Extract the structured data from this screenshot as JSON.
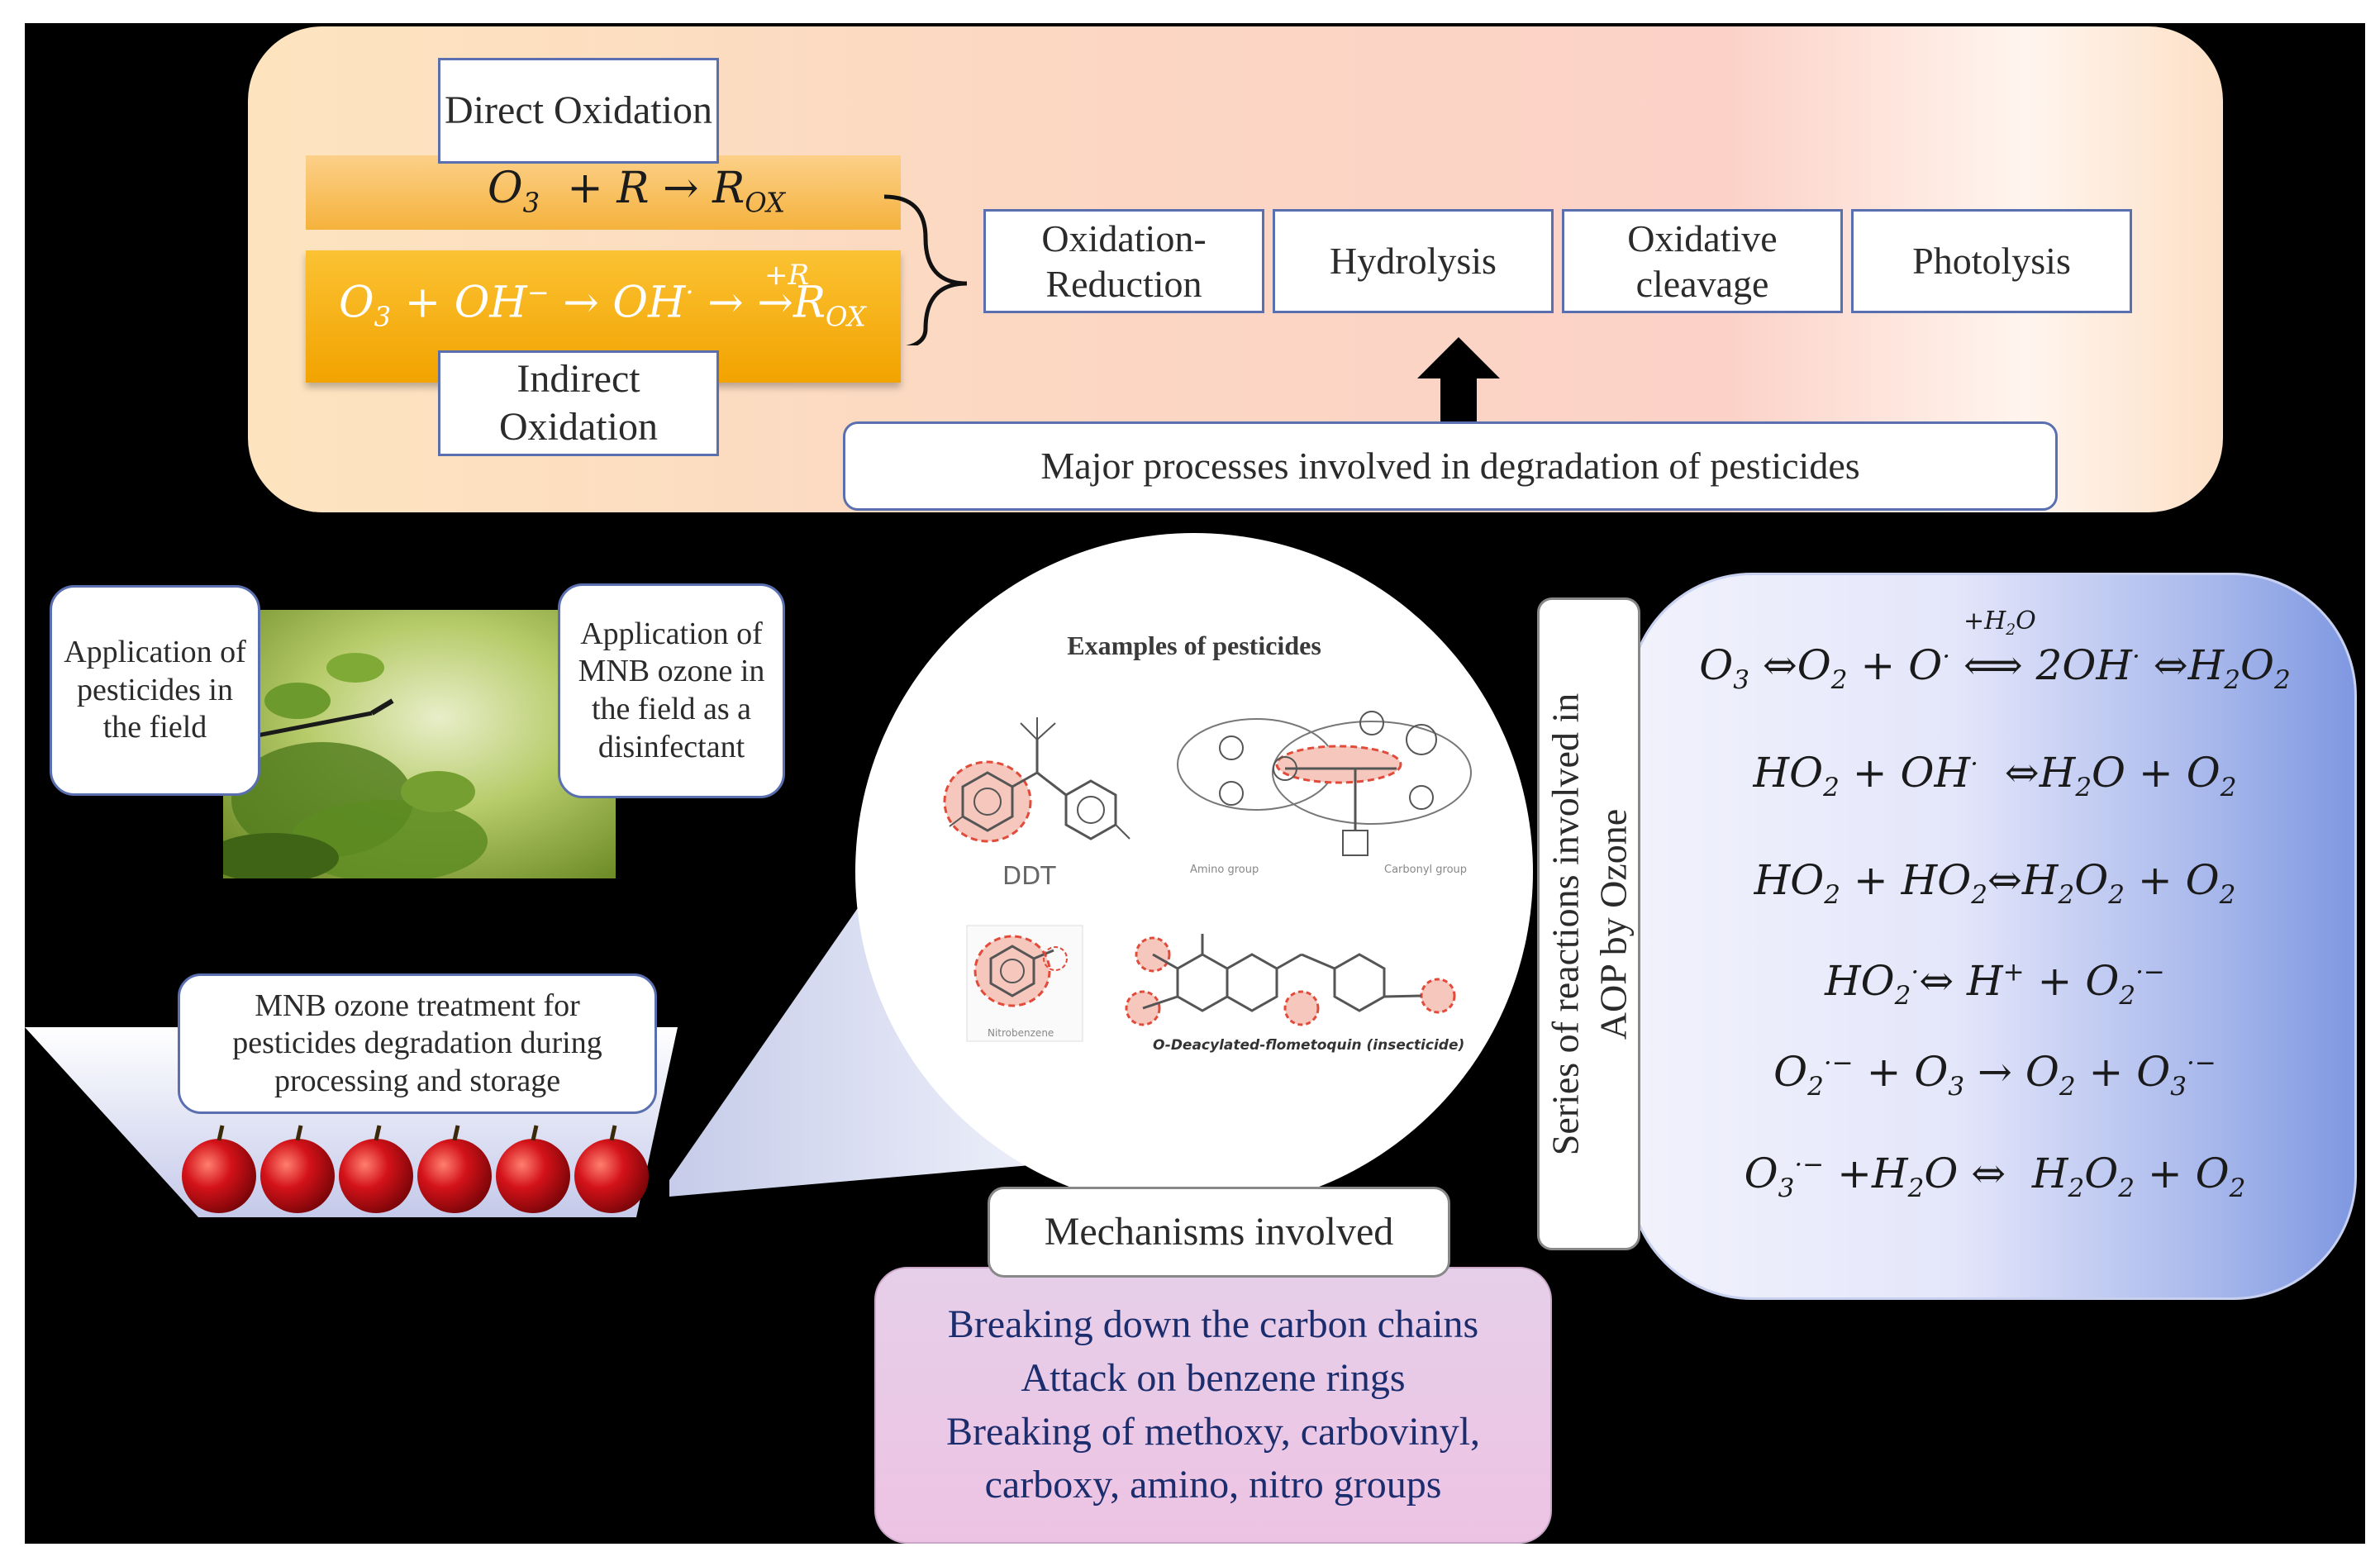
{
  "top": {
    "direct_title": "Direct Oxidation",
    "indirect_title": "Indirect Oxidation",
    "processes": [
      "Oxidation-Reduction",
      "Hydrolysis",
      "Oxidative cleavage",
      "Photolysis"
    ],
    "major_label": "Major processes involved in degradation of pesticides"
  },
  "field": {
    "app_pesticides": "Application of pesticides in the field",
    "app_mnb": "Application of MNB ozone in the field as a disinfectant"
  },
  "storage": {
    "label": "MNB ozone treatment for pesticides degradation during processing and storage"
  },
  "examples": {
    "title": "Examples of pesticides",
    "ddt": "DDT",
    "amino": "Amino group",
    "carbonyl": "Carbonyl group",
    "nitro": "Nitrobenzene",
    "flometoquin": "O-Deacylated-flometoquin (insecticide)"
  },
  "mechanisms": {
    "title": "Mechanisms involved",
    "lines": [
      "Breaking down the carbon chains",
      "Attack on benzene rings",
      "Breaking of methoxy, carbovinyl,",
      "carboxy, amino, nitro groups"
    ]
  },
  "reactions": {
    "side_title_line1": "Series of reactions involved in",
    "side_title_line2": "AOP by Ozone"
  },
  "colors": {
    "background": "#000000",
    "direct_bar": "#f5b23c",
    "indirect_bar": "#f2a300",
    "box_border": "#5a6fb0",
    "mechanism_fill": "#e6cfe9",
    "reaction_panel": "#7f98e1"
  }
}
